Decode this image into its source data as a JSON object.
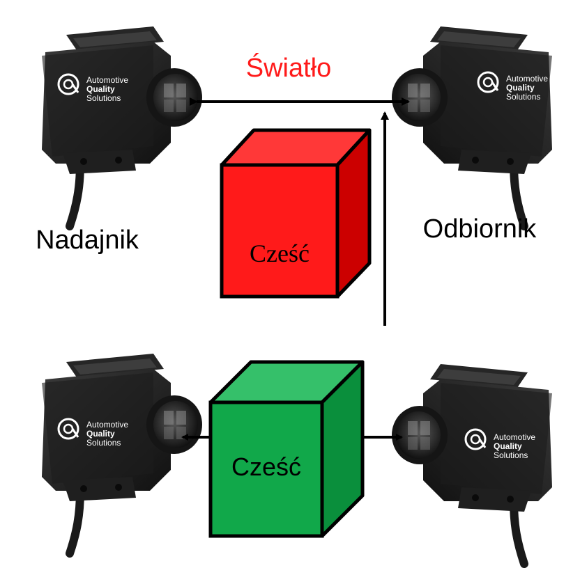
{
  "labels": {
    "light": "Światło",
    "emitter": "Nadajnik",
    "receiver": "Odbiornik"
  },
  "parts": {
    "blocked_part": "Cześć",
    "detected_part": "Cześć"
  },
  "logo": {
    "line1": "Automotive",
    "line2": "Quality",
    "line3": "Solutions",
    "icon": "aqs-logo-icon"
  },
  "colors": {
    "light_label": "#ff1a1a",
    "red_cube": "#ff1a1a",
    "green_cube": "#11a84a",
    "arrow": "#000000"
  }
}
